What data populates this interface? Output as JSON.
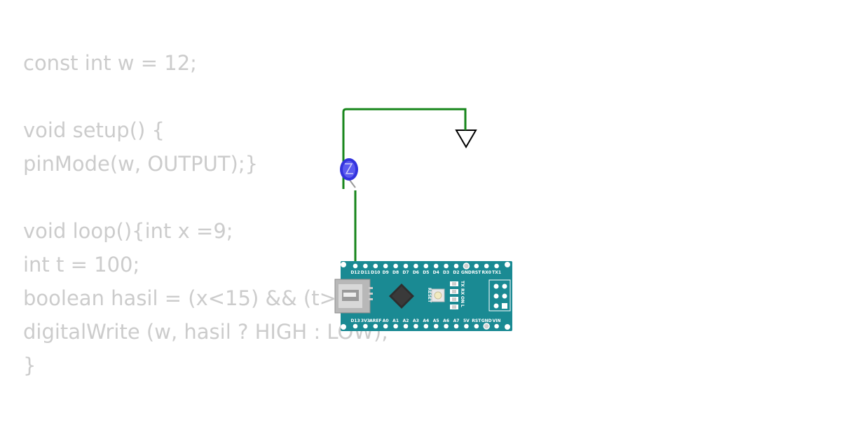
{
  "code_lines": [
    "const int w = 12;",
    "",
    "void setup() {",
    "pinMode(w, OUTPUT);}",
    "",
    "void loop(){int x =9;",
    "int t = 100;",
    "boolean hasil = (x<15) && (t>10);",
    "digitalWrite (w, hasil ? HIGH : LOW);",
    "}"
  ],
  "board": {
    "top_pins": [
      "D12",
      "D11",
      "D10",
      "D9",
      "D8",
      "D7",
      "D6",
      "D5",
      "D4",
      "D3",
      "D2",
      "GND",
      "RST",
      "RX0",
      "TX1"
    ],
    "bottom_pins": [
      "D13",
      "3V3",
      "AREF",
      "A0",
      "A1",
      "A2",
      "A3",
      "A4",
      "A5",
      "A6",
      "A7",
      "5V",
      "RST",
      "GND",
      "VIN"
    ],
    "reset_label": "RESET",
    "led_labels": [
      "TX",
      "RX",
      "ON",
      "L"
    ]
  },
  "colors": {
    "code_text": "#cccccc",
    "wire": "#17861b",
    "board": "#1a8a93",
    "led": "#3434e0"
  },
  "icons": [
    "ground-symbol-icon",
    "led-icon",
    "usb-connector-icon",
    "microcontroller-chip-icon",
    "reset-button-icon"
  ]
}
